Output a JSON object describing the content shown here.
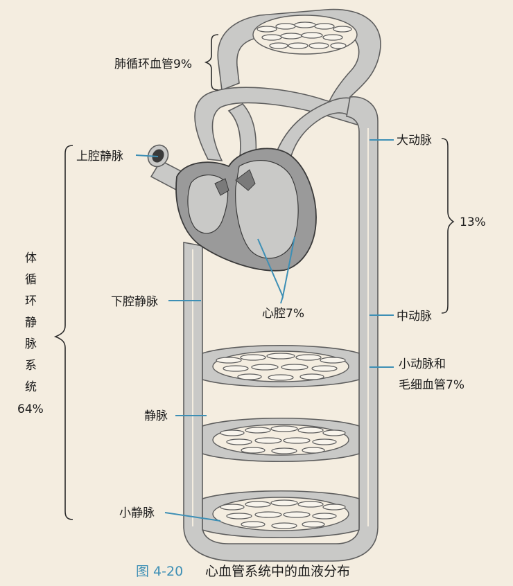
{
  "labels": {
    "pulmonary": "肺循环血管9%",
    "superior_vena_cava": "上腔静脉",
    "inferior_vena_cava": "下腔静脉",
    "heart": "心腔7%",
    "aorta": "大动脉",
    "arteries_pct": "13%",
    "medium_arteries": "中动脉",
    "arterioles_line1": "小动脉和",
    "arterioles_line2": "毛细血管7%",
    "veins": "静脉",
    "venules": "小静脉",
    "systemic_veins_chars": [
      "体",
      "循",
      "环",
      "静",
      "脉",
      "系",
      "统"
    ],
    "systemic_veins_pct": "64%"
  },
  "caption": {
    "number": "图 4-20",
    "text": "心血管系统中的血液分布"
  },
  "colors": {
    "background": "#f4ede0",
    "vessel": "#c9c9c7",
    "heart": "#9a9a9a",
    "leader": "#3d8fb5"
  }
}
